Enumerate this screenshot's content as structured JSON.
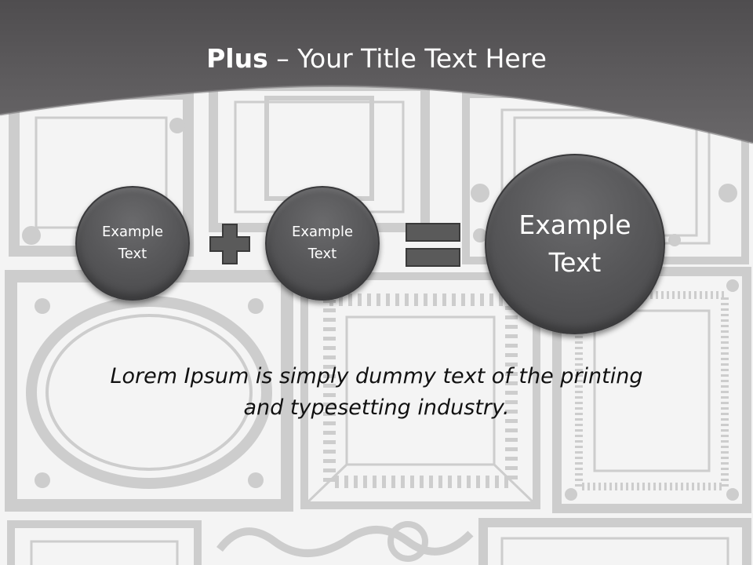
{
  "slide": {
    "title_bold": "Plus",
    "title_rest": " – Your Title Text Here",
    "circles": [
      {
        "line1": "Example",
        "line2": "Text"
      },
      {
        "line1": "Example",
        "line2": "Text"
      },
      {
        "line1": "Example",
        "line2": "Text"
      }
    ],
    "operators": {
      "plus": "plus-sign",
      "equals": "equals-sign"
    },
    "body_line1": "Lorem Ipsum is simply dummy text of the printing",
    "body_line2": "and typesetting industry."
  },
  "colors": {
    "header": "#5f5d5f",
    "circle": "#58585a",
    "frames": "#c9c9c9",
    "operator": "#5a5a5a"
  }
}
